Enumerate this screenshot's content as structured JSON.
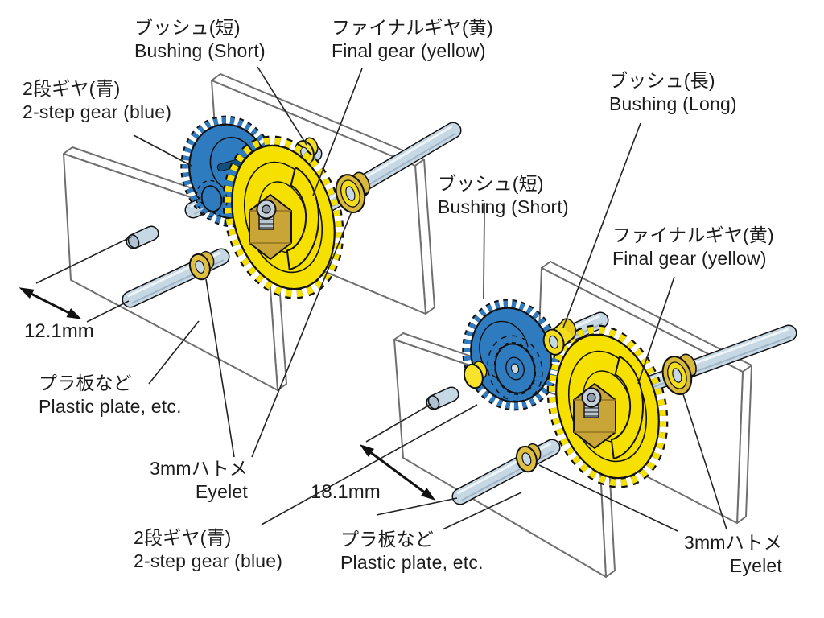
{
  "diagram": {
    "title_hint": "Gear assembly exploded diagram",
    "labels": {
      "bushing_short_1": {
        "jp": "ブッシュ(短)",
        "en": "Bushing (Short)"
      },
      "final_gear_1": {
        "jp": "ファイナルギヤ(黄)",
        "en": "Final gear (yellow)"
      },
      "two_step_1": {
        "jp": "2段ギヤ(青)",
        "en": "2-step gear (blue)"
      },
      "bushing_long_2": {
        "jp": "ブッシュ(長)",
        "en": "Bushing (Long)"
      },
      "bushing_short_2": {
        "jp": "ブッシュ(短)",
        "en": "Bushing (Short)"
      },
      "final_gear_2": {
        "jp": "ファイナルギヤ(黄)",
        "en": "Final gear (yellow)"
      },
      "plastic_1": {
        "jp": "プラ板など",
        "en": "Plastic plate, etc."
      },
      "eyelet_1": {
        "jp": "3mmハトメ",
        "en": "Eyelet"
      },
      "two_step_2": {
        "jp": "2段ギヤ(青)",
        "en": "2-step gear (blue)"
      },
      "plastic_2": {
        "jp": "プラ板など",
        "en": "Plastic plate, etc."
      },
      "eyelet_2": {
        "jp": "3mmハトメ",
        "en": "Eyelet"
      }
    },
    "dimensions": {
      "dim_1": "12.1mm",
      "dim_2": "18.1mm"
    },
    "colors": {
      "gear_blue": "#2E7CBF",
      "gear_blue_dark": "#14507E",
      "gear_yellow": "#F5E000",
      "brass_hub": "#C9A537",
      "eyelet_gold": "#D9B93C",
      "bushing_yellow": "#F2DC1E",
      "shaft_gray": "#C7D8E5",
      "plate_outline": "#6F6F6F",
      "line_black": "#1c1c1c"
    }
  }
}
